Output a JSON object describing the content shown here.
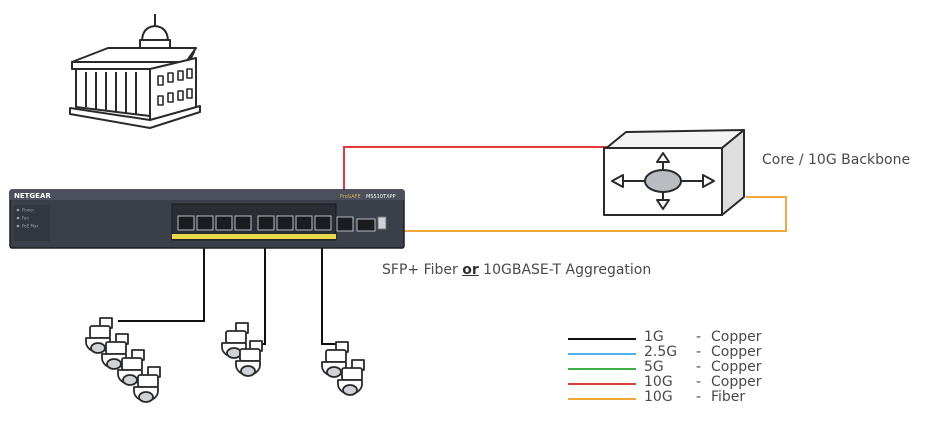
{
  "labels": {
    "core": "Core / 10G Backbone",
    "aggregation_pre": "SFP+ Fiber ",
    "aggregation_or": "or",
    "aggregation_post": " 10GBASE-T Aggregation"
  },
  "switch": {
    "brand": "NETGEAR",
    "series": "ProSAFE",
    "model": "MS510TXPP",
    "leds": [
      "Power",
      "Fan",
      "PoE Max"
    ]
  },
  "legend": [
    {
      "speed": "1G",
      "dash": "-",
      "type": "Copper",
      "color": "#111111"
    },
    {
      "speed": "2.5G",
      "dash": "-",
      "type": "Copper",
      "color": "#4ab4e6"
    },
    {
      "speed": "5G",
      "dash": "-",
      "type": "Copper",
      "color": "#3db04a"
    },
    {
      "speed": "10G",
      "dash": "-",
      "type": "Copper",
      "color": "#e03a3a"
    },
    {
      "speed": "10G",
      "dash": "-",
      "type": "Fiber",
      "color": "#f2a93b"
    }
  ],
  "icons": {
    "building": "government-building-icon",
    "core": "core-router-icon",
    "camera": "ptz-camera-icon"
  }
}
